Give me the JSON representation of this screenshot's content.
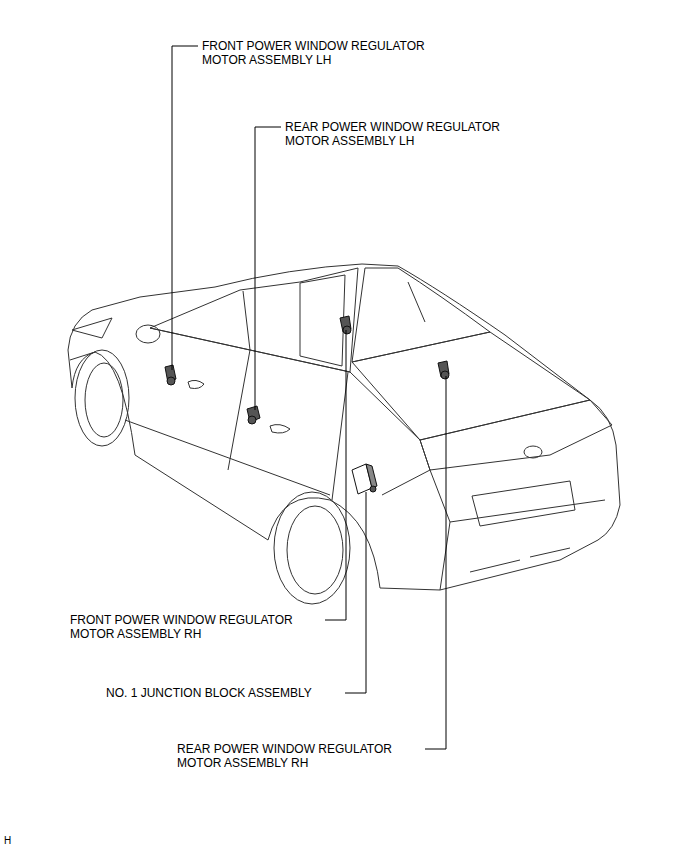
{
  "diagram": {
    "labels": [
      "FRONT POWER WINDOW REGULATOR MOTOR ASSEMBLY LH",
      "REAR POWER WINDOW REGULATOR MOTOR ASSEMBLY LH",
      "FRONT POWER WINDOW REGULATOR MOTOR ASSEMBLY RH",
      "NO. 1 JUNCTION BLOCK ASSEMBLY",
      "REAR POWER WINDOW REGULATOR MOTOR ASSEMBLY RH",
      "H"
    ]
  }
}
